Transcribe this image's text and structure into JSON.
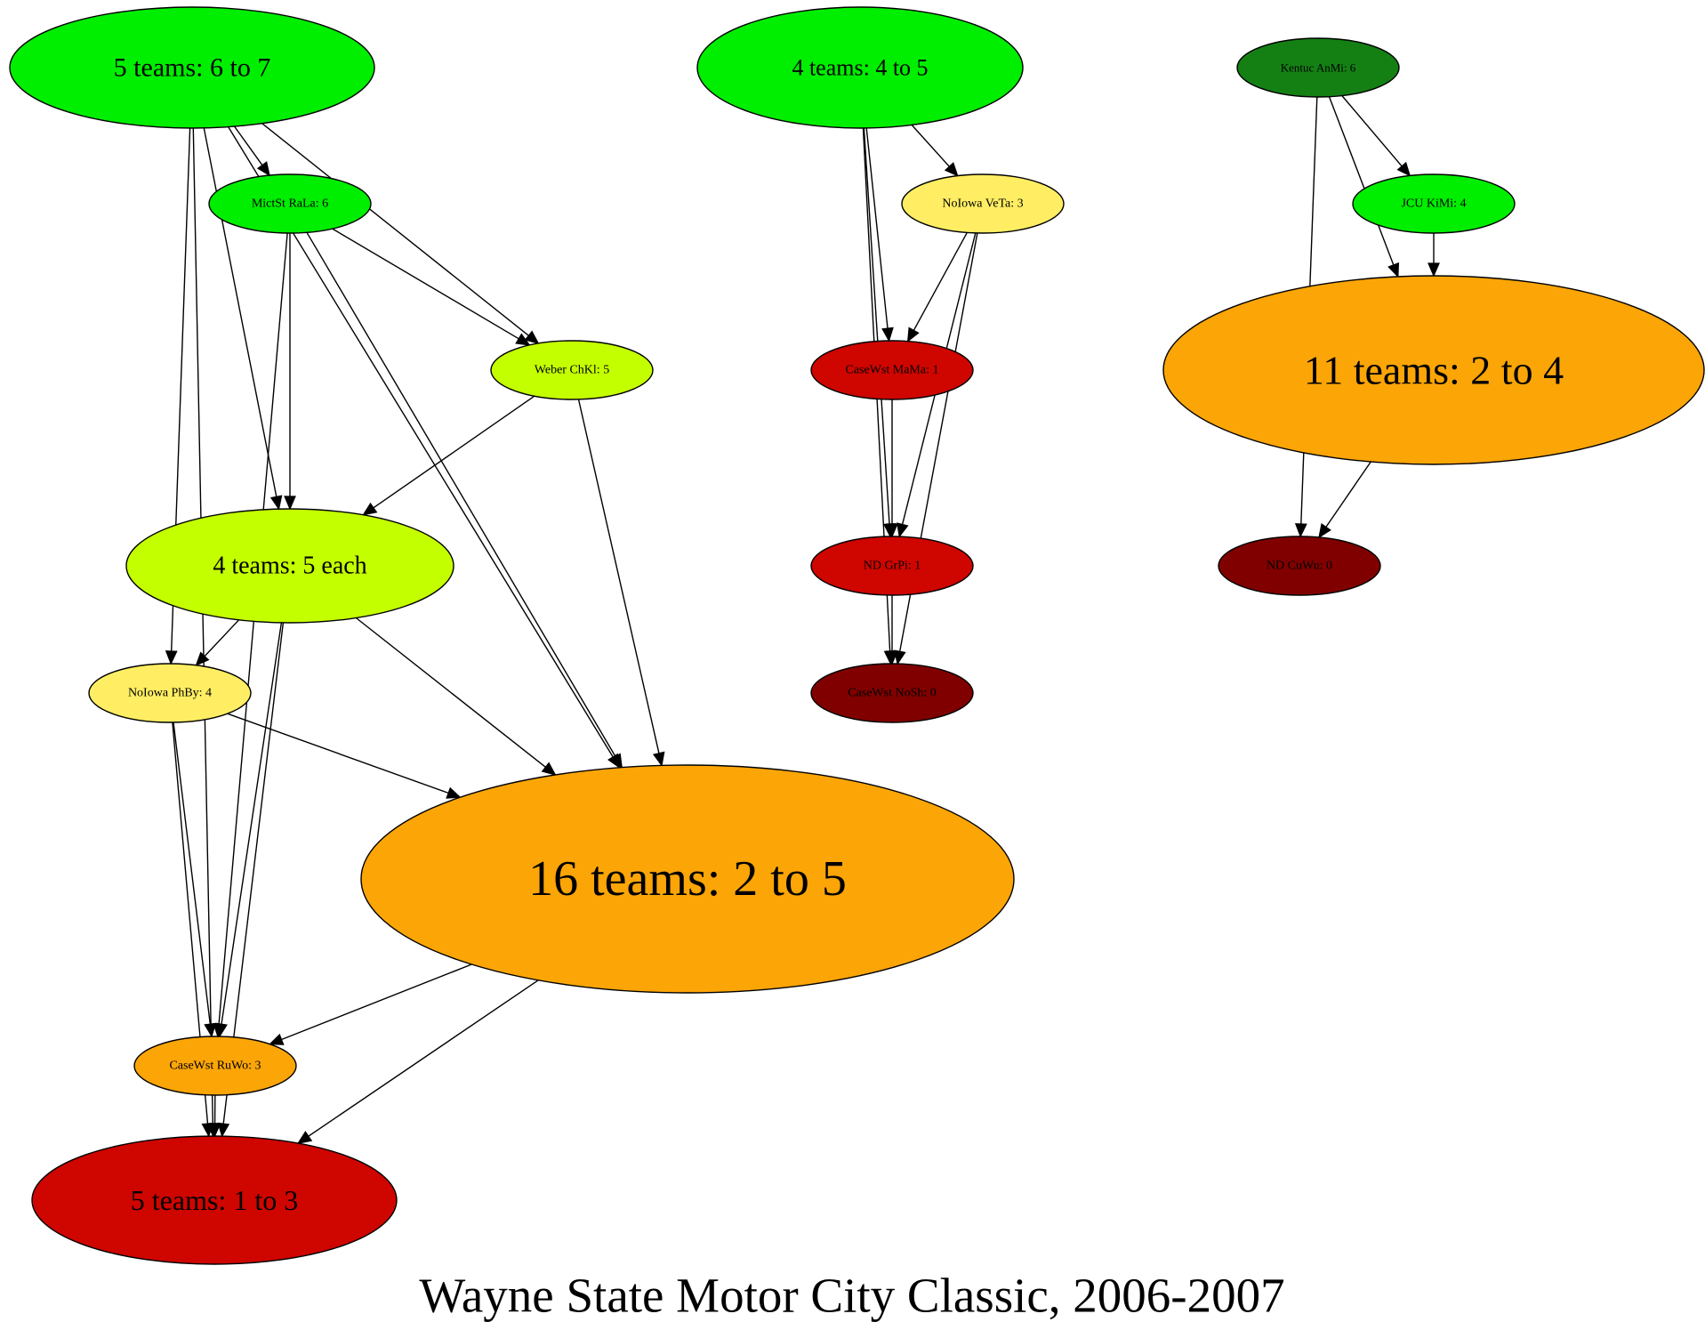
{
  "graph": {
    "title": "Wayne State Motor City Classic, 2006-2007"
  },
  "colors": {
    "bright_green": "#00ee00",
    "dark_green": "#148014",
    "yellow_green": "#c4ff00",
    "yellow": "#ffee63",
    "orange": "#fba507",
    "red": "#cf0500",
    "dark_red": "#800000"
  },
  "nodes": [
    {
      "id": "n5t67",
      "label": "5 teams: 6 to 7",
      "color": "bright_green"
    },
    {
      "id": "n4t45",
      "label": "4 teams: 4 to 5",
      "color": "bright_green"
    },
    {
      "id": "kentuc",
      "label": "Kentuc AnMi: 6",
      "color": "dark_green"
    },
    {
      "id": "mictst",
      "label": "MictSt RaLa: 6",
      "color": "bright_green"
    },
    {
      "id": "noiowaveta",
      "label": "NoIowa VeTa: 3",
      "color": "yellow"
    },
    {
      "id": "jcu",
      "label": "JCU KiMi: 4",
      "color": "bright_green"
    },
    {
      "id": "weber",
      "label": "Weber ChKl: 5",
      "color": "yellow_green"
    },
    {
      "id": "casemama",
      "label": "CaseWst MaMa: 1",
      "color": "red"
    },
    {
      "id": "n11t24",
      "label": "11 teams: 2 to 4",
      "color": "orange"
    },
    {
      "id": "n4t5e",
      "label": "4 teams: 5 each",
      "color": "yellow_green"
    },
    {
      "id": "ndgrpi",
      "label": "ND GrPi: 1",
      "color": "red"
    },
    {
      "id": "ndcuwu",
      "label": "ND CuWu: 0",
      "color": "dark_red"
    },
    {
      "id": "noiowaphby",
      "label": "NoIowa PhBy: 4",
      "color": "yellow"
    },
    {
      "id": "casenosh",
      "label": "CaseWst NoSh: 0",
      "color": "dark_red"
    },
    {
      "id": "n16t25",
      "label": "16 teams: 2 to 5",
      "color": "orange"
    },
    {
      "id": "caseruwo",
      "label": "CaseWst RuWo: 3",
      "color": "orange"
    },
    {
      "id": "n5t13",
      "label": "5 teams: 1 to 3",
      "color": "red"
    }
  ],
  "edges": [
    [
      "n5t67",
      "mictst"
    ],
    [
      "n5t67",
      "weber"
    ],
    [
      "n5t67",
      "n4t5e"
    ],
    [
      "n5t67",
      "noiowaphby"
    ],
    [
      "n5t67",
      "n16t25"
    ],
    [
      "n5t67",
      "n5t13"
    ],
    [
      "mictst",
      "weber"
    ],
    [
      "mictst",
      "n4t5e"
    ],
    [
      "mictst",
      "n16t25"
    ],
    [
      "mictst",
      "caseruwo"
    ],
    [
      "weber",
      "n4t5e"
    ],
    [
      "weber",
      "n16t25"
    ],
    [
      "n4t5e",
      "noiowaphby"
    ],
    [
      "n4t5e",
      "n16t25"
    ],
    [
      "n4t5e",
      "caseruwo"
    ],
    [
      "n4t5e",
      "n5t13"
    ],
    [
      "noiowaphby",
      "n16t25"
    ],
    [
      "noiowaphby",
      "caseruwo"
    ],
    [
      "noiowaphby",
      "n5t13"
    ],
    [
      "n16t25",
      "caseruwo"
    ],
    [
      "n16t25",
      "n5t13"
    ],
    [
      "caseruwo",
      "n5t13"
    ],
    [
      "n4t45",
      "noiowaveta"
    ],
    [
      "n4t45",
      "casemama"
    ],
    [
      "n4t45",
      "ndgrpi"
    ],
    [
      "n4t45",
      "casenosh"
    ],
    [
      "noiowaveta",
      "casemama"
    ],
    [
      "noiowaveta",
      "ndgrpi"
    ],
    [
      "noiowaveta",
      "casenosh"
    ],
    [
      "casemama",
      "ndgrpi"
    ],
    [
      "ndgrpi",
      "casenosh"
    ],
    [
      "kentuc",
      "jcu"
    ],
    [
      "kentuc",
      "n11t24"
    ],
    [
      "kentuc",
      "ndcuwu"
    ],
    [
      "jcu",
      "n11t24"
    ],
    [
      "n11t24",
      "ndcuwu"
    ]
  ]
}
